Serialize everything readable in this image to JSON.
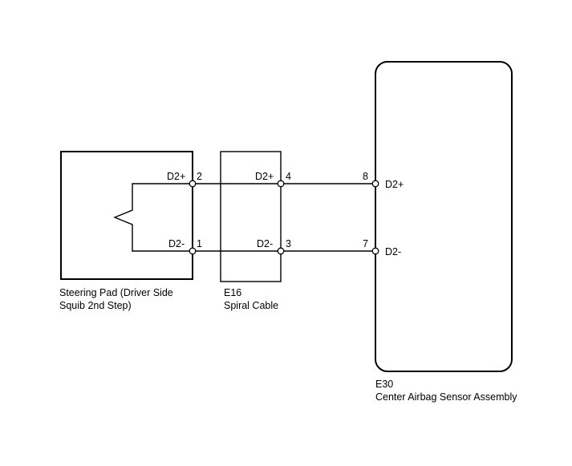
{
  "components": {
    "steering_pad": {
      "name_line1": "Steering Pad (Driver Side",
      "name_line2": "Squib 2nd Step)",
      "pins": [
        {
          "number": "2",
          "signal": "D2+"
        },
        {
          "number": "1",
          "signal": "D2-"
        }
      ]
    },
    "spiral_cable": {
      "code": "E16",
      "name": "Spiral Cable",
      "pins": [
        {
          "number": "4",
          "signal": "D2+"
        },
        {
          "number": "3",
          "signal": "D2-"
        }
      ]
    },
    "airbag_sensor": {
      "code": "E30",
      "name": "Center Airbag Sensor Assembly",
      "pins": [
        {
          "number": "8",
          "signal": "D2+"
        },
        {
          "number": "7",
          "signal": "D2-"
        }
      ]
    }
  }
}
